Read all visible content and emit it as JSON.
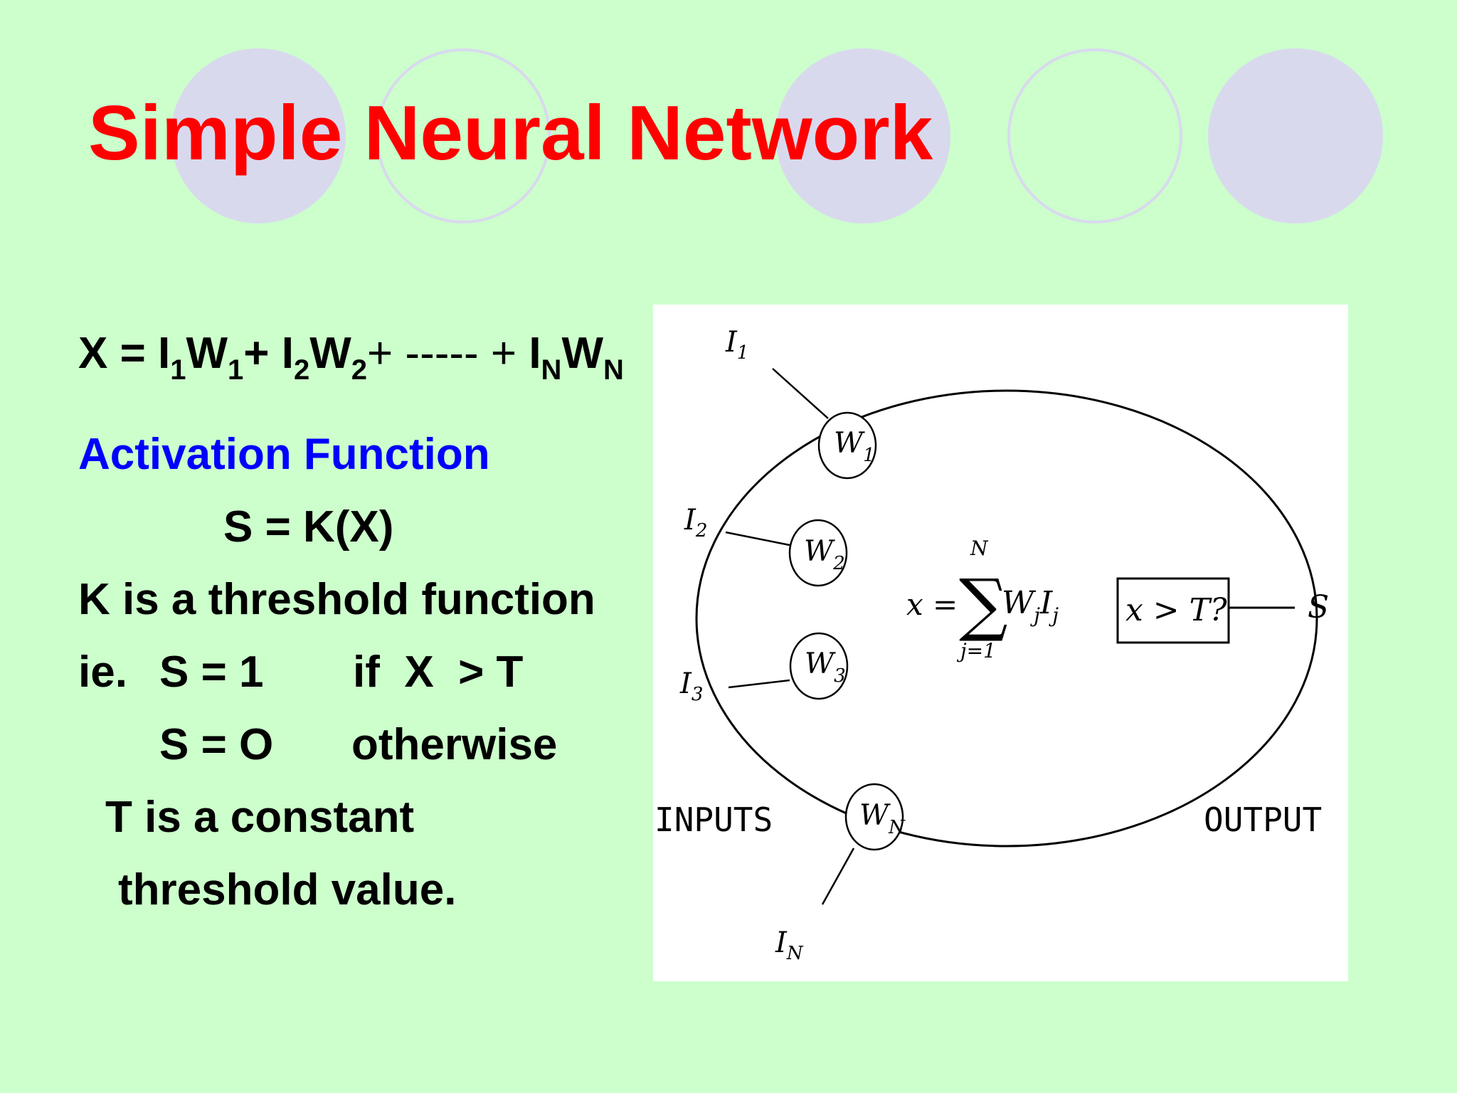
{
  "slide": {
    "title": "Simple Neural Network",
    "colors": {
      "background": "#ccffcc",
      "title": "#ff0000",
      "heading": "#0000ff",
      "decor": "#d9d9ee"
    },
    "formula": {
      "prefix": "X = ",
      "terms": [
        {
          "i": "I",
          "i_sub": "1",
          "w": "W",
          "w_sub": "1",
          "sep": "+ "
        },
        {
          "i": "I",
          "i_sub": "2",
          "w": "W",
          "w_sub": "2",
          "sep": "+ ----- + "
        },
        {
          "i": "I",
          "i_sub": "N",
          "w": "W",
          "w_sub": "N",
          "sep": ""
        }
      ]
    },
    "activation_heading": "Activation Function",
    "activation_equation": "S = K(X)",
    "threshold_text": "K is a threshold function",
    "cases": [
      {
        "prefix": "ie.",
        "expr": "S = 1",
        "cond": "if  X  > T"
      },
      {
        "prefix": "",
        "expr": "S = O",
        "cond": "otherwise"
      }
    ],
    "note_line1": "T is a constant",
    "note_line2": "threshold value."
  },
  "diagram": {
    "inputs": [
      {
        "label": "I",
        "sub": "1",
        "weight": "W",
        "weight_sub": "1"
      },
      {
        "label": "I",
        "sub": "2",
        "weight": "W",
        "weight_sub": "2"
      },
      {
        "label": "I",
        "sub": "3",
        "weight": "W",
        "weight_sub": "3"
      },
      {
        "label": "I",
        "sub": "N",
        "weight": "W",
        "weight_sub": "N"
      }
    ],
    "sum": {
      "lhs": "x =",
      "symbol": "∑",
      "upper": "N",
      "lower": "j=1",
      "term": "W",
      "term_sub": "j",
      "term2": "I",
      "term2_sub": "j"
    },
    "threshold_box": "x > T?",
    "output_symbol": "S",
    "inputs_caption": "INPUTS",
    "output_caption": "OUTPUT"
  }
}
